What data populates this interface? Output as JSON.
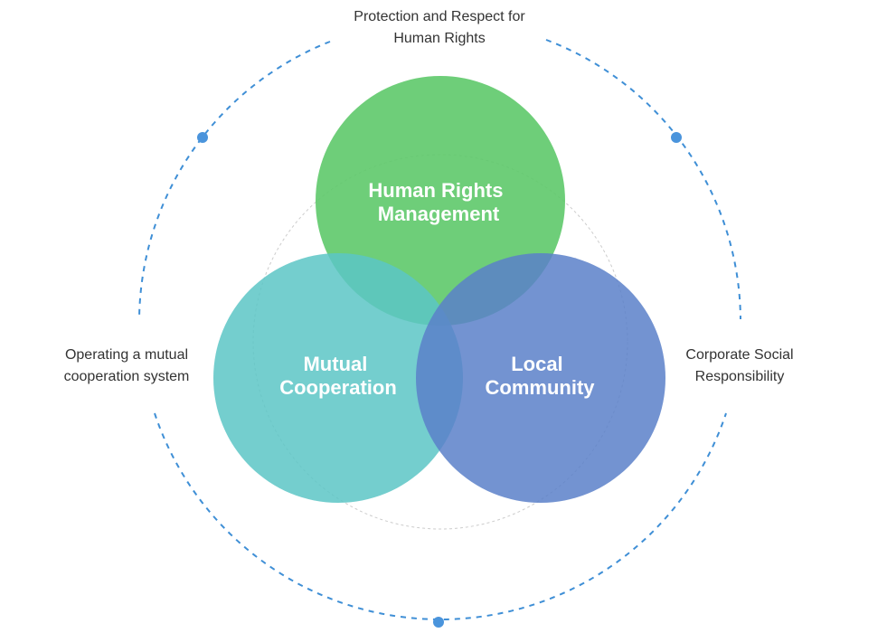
{
  "outer_labels": {
    "top": [
      "Protection and Respect for",
      "Human Rights"
    ],
    "left": [
      "Operating a mutual",
      "cooperation system"
    ],
    "right": [
      "Corporate Social",
      "Responsibility"
    ]
  },
  "circles": [
    {
      "key": "human_rights",
      "lines": [
        "Human Rights",
        "Management"
      ],
      "color": "#5ec96a"
    },
    {
      "key": "mutual",
      "lines": [
        "Mutual",
        "Cooperation"
      ],
      "color": "#5cc6c6"
    },
    {
      "key": "local",
      "lines": [
        "Local",
        "Community"
      ],
      "color": "#5a80c9"
    }
  ],
  "colors": {
    "ring": "#3f8fd6",
    "dot": "#4a94dc",
    "inner_ring": "#cccccc",
    "circle_text": "#ffffff",
    "outer_text": "#333333"
  }
}
